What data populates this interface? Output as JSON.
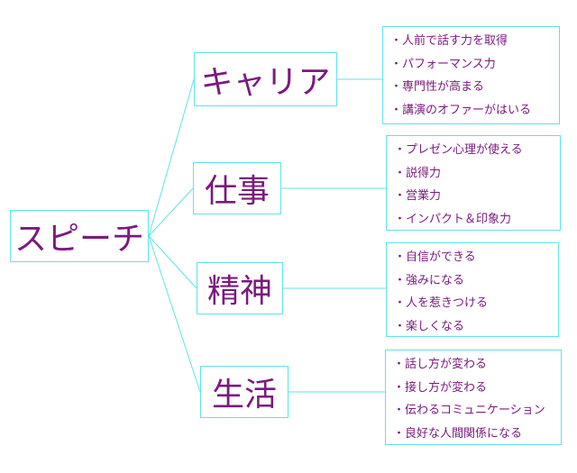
{
  "diagram": {
    "root": "スピーチ",
    "branches": [
      {
        "label": "キャリア",
        "items": [
          "人前で話す力を取得",
          "パフォーマンス力",
          "専門性が高まる",
          "講演のオファーがはいる"
        ]
      },
      {
        "label": "仕事",
        "items": [
          "プレゼン心理が使える",
          "説得力",
          "営業力",
          "インパクト＆印象力"
        ]
      },
      {
        "label": "精神",
        "items": [
          "自信ができる",
          "強みになる",
          "人を惹きつける",
          "楽しくなる"
        ]
      },
      {
        "label": "生活",
        "items": [
          "話し方が変わる",
          "接し方が変わる",
          "伝わるコミュニケーション",
          "良好な人間関係になる"
        ]
      }
    ],
    "colors": {
      "line": "#5fe3e8",
      "text": "#7a1a7e",
      "background": "#ffffff"
    }
  }
}
